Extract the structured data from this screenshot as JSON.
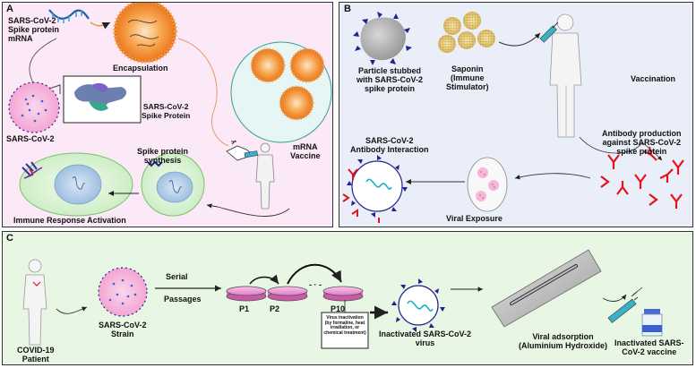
{
  "panel_a": {
    "label": "A",
    "mrna_label": [
      "SARS-CoV-2",
      "Spike protein",
      "mRNA"
    ],
    "encapsulation": "Encapsulation",
    "spike_protein_label": [
      "SARS-CoV-2",
      "Spike Protein"
    ],
    "virus_label": "SARS-CoV-2",
    "vaccine_label": [
      "mRNA",
      "Vaccine"
    ],
    "synthesis_label": [
      "Spike protein",
      "synthesis"
    ],
    "immune_label": "Immune Response Activation"
  },
  "panel_b": {
    "label": "B",
    "particle_label": [
      "Particle stubbed",
      "with SARS-CoV-2",
      "spike protein"
    ],
    "saponin_label": [
      "Saponin",
      "(Immune",
      "Stimulator)"
    ],
    "vaccination_label": "Vaccination",
    "antibody_production_label": [
      "Antibody production",
      "against SARS-CoV-2",
      "spike protein"
    ],
    "interaction_label": [
      "SARS-CoV-2",
      "Antibody Interaction"
    ],
    "exposure_label": "Viral Exposure"
  },
  "panel_c": {
    "label": "C",
    "patient_label": [
      "COVID-19",
      "Patient"
    ],
    "strain_label": [
      "SARS-CoV-2",
      "Strain"
    ],
    "passages_label": [
      "Serial",
      "Passages"
    ],
    "dish_labels": [
      "P1",
      "P2",
      "P10"
    ],
    "dots": "- · -",
    "inactivation_box": [
      "Virus inactivation",
      "(by formaline, heat",
      "irradiation, or",
      "chemical treatment)"
    ],
    "inactivated_virus_label": [
      "Inactivated SARS-CoV-2",
      "virus"
    ],
    "adsorption_label": [
      "Viral adsorption",
      "(Aluminium Hydroxide)"
    ],
    "vaccine_label": [
      "Inactivated SARS-",
      "CoV-2 vaccine"
    ]
  },
  "colors": {
    "panel_a_bg": "#fbe9f7",
    "panel_b_bg": "#eaeef8",
    "panel_c_bg": "#e8f6e4",
    "spike_navy": "#23238e",
    "antibody_red": "#e0141e",
    "nanoparticle_orange": "#f28c28"
  }
}
